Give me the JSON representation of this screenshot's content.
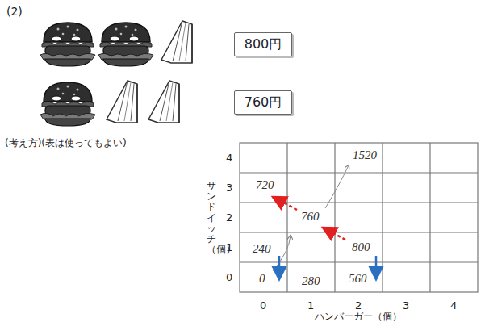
{
  "diagram": {
    "nodes": [
      {
        "text": [
          "800円"
        ]
      },
      {
        "text": [
          "760円"
        ]
      }
    ],
    "labels": [
      "(2)",
      "(考え方)(表は使ってもよい)",
      "4",
      "3",
      "2",
      "1",
      "0",
      "サンドイッチ（個）",
      "0",
      "1",
      "2",
      "3",
      "4",
      "ハンバーガー（個）",
      "1520",
      "720",
      "760",
      "240",
      "800",
      "0",
      "280",
      "560"
    ]
  }
}
